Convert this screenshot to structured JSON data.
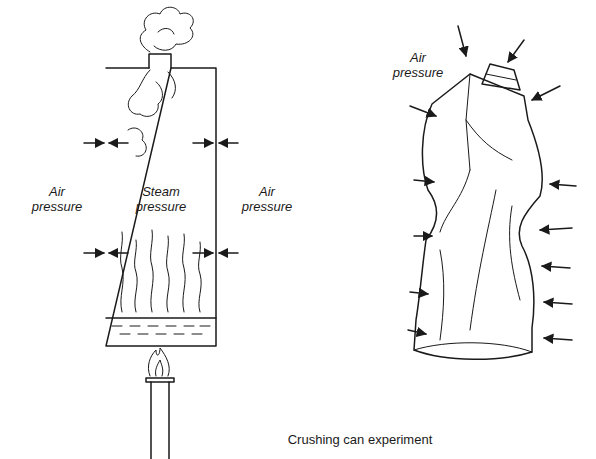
{
  "diagram": {
    "caption": "Crushing can experiment",
    "labels": [
      "Air pressure",
      "Steam pressure",
      "Air pressure",
      "Air pressure"
    ]
  }
}
